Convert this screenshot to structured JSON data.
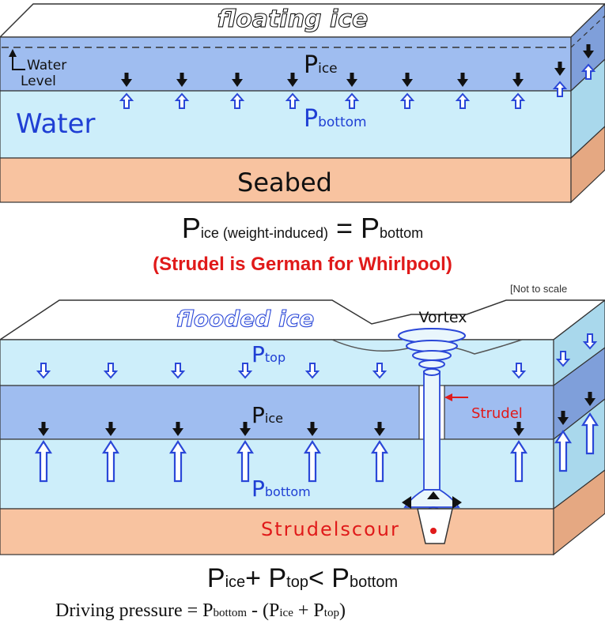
{
  "top_diagram": {
    "surface_label": "floating ice",
    "water_level_label_line1": "Water",
    "water_level_label_line2": "Level",
    "ice_pressure": {
      "symbol": "P",
      "subscript": "ice"
    },
    "water_label": "Water",
    "bottom_pressure": {
      "symbol": "P",
      "subscript": "bottom"
    },
    "seabed_label": "Seabed"
  },
  "equation_1": {
    "left_symbol": "P",
    "left_subscript": "ice (weight-induced)",
    "operator": " = ",
    "right_symbol": "P",
    "right_subscript": "bottom"
  },
  "note": "(Strudel is German for Whirlpool)",
  "scale_note": "[Not to scale",
  "bottom_diagram": {
    "surface_label": "flooded ice",
    "vortex_label": "Vortex",
    "top_pressure": {
      "symbol": "P",
      "subscript": "top"
    },
    "ice_pressure": {
      "symbol": "P",
      "subscript": "ice"
    },
    "bottom_pressure": {
      "symbol": "P",
      "subscript": "bottom"
    },
    "strudel_label": "Strudel",
    "scour_label": "Strudelscour"
  },
  "equation_2": {
    "a_symbol": "P",
    "a_subscript": "ice",
    "plus": "+ ",
    "b_symbol": "P",
    "b_subscript": "top",
    "less_than": "< ",
    "c_symbol": "P",
    "c_subscript": "bottom"
  },
  "equation_3": {
    "prefix": "Driving pressure = ",
    "a_symbol": "P",
    "a_subscript": "bottom",
    "minus_open": " - (",
    "b_symbol": "P",
    "b_subscript": "ice",
    "plus": " + ",
    "c_symbol": "P",
    "c_subscript": "top",
    "close": ")"
  },
  "colors": {
    "ice": "#9fbdf0",
    "ice_side": "#7f9fda",
    "water": "#cdeefa",
    "water_side": "#a9d8ec",
    "seabed": "#f8c3a0",
    "seabed_side": "#e5a882",
    "label_blue": "#1f3fd4",
    "label_red": "#e01a1a",
    "arrow_black": "#111111",
    "arrow_blue": "#2a47d8"
  }
}
